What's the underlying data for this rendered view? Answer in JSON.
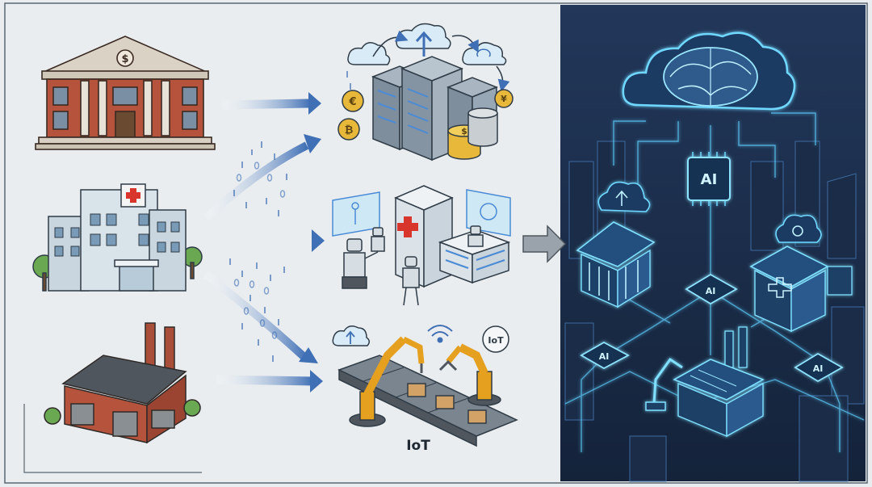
{
  "labels": {
    "bank_sign": "$",
    "coin_dollar": "$",
    "coin_euro": "€",
    "coin_yen": "¥",
    "coin_bitcoin": "₿",
    "iot_badge": "IoT",
    "iot_caption": "IoT",
    "ai_chip_main": "AI",
    "ai_chip_left": "AI",
    "ai_chip_right": "AI",
    "ai_chip_center": "AI"
  },
  "colors": {
    "background_left": "#e9edef",
    "background_right": "#1c2f4a",
    "arrow_blue": "#3f6fb5",
    "brick": "#b5533c",
    "neon": "#5fd0ff",
    "robot_yellow": "#e6a020",
    "medical_red": "#d8352c"
  }
}
